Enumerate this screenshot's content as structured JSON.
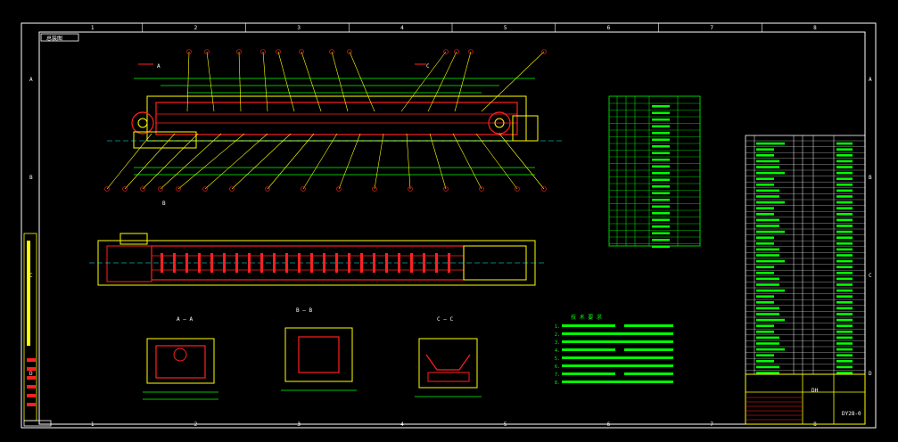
{
  "drawing": {
    "corner_tag": "总装图",
    "grid_columns": [
      "1",
      "2",
      "3",
      "4",
      "5",
      "6",
      "7",
      "8"
    ],
    "grid_rows": [
      "A",
      "B",
      "C",
      "D"
    ],
    "section_labels": {
      "a_top": "A",
      "c_top": "C",
      "b_mid": "B",
      "aa": "A — A",
      "bb": "B — B",
      "cc": "C — C"
    },
    "notes_title": "技 术 要 求",
    "notes_numbers": [
      "1.",
      "2.",
      "3.",
      "4.",
      "5.",
      "6.",
      "7.",
      "8."
    ],
    "title_block": {
      "drawing_no": "DY28-0",
      "symbol": "DH"
    }
  },
  "colors": {
    "background": "#000000",
    "frame": "#ffffff",
    "yellow": "#ffff00",
    "red": "#ff2020",
    "green": "#00ff00",
    "cyan": "#00ffff",
    "magenta": "#ff00ff"
  }
}
